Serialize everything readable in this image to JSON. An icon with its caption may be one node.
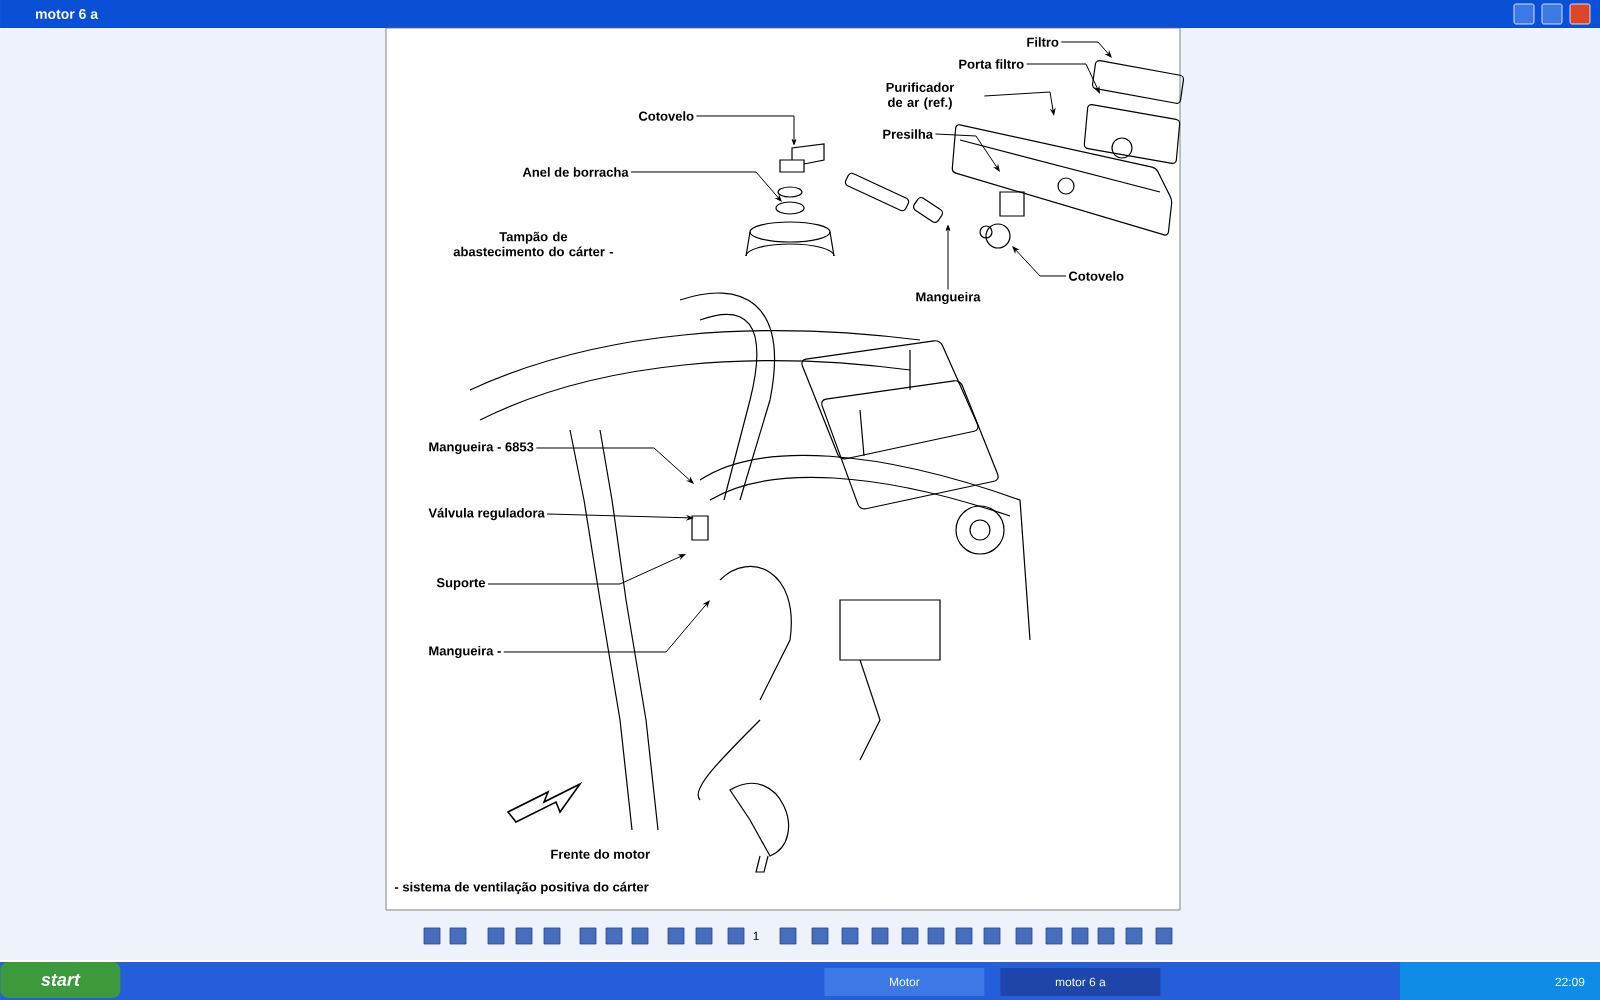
{
  "diagram": {
    "nodes": [
      {
        "text": [
          "Filtro"
        ]
      },
      {
        "text": [
          "Porta filtro"
        ]
      },
      {
        "text": [
          "Purificador de ar (ref.)"
        ]
      },
      {
        "text": [
          "Cotovelo"
        ]
      },
      {
        "text": [
          "Presilha"
        ]
      },
      {
        "text": [
          "Anel de borracha"
        ]
      },
      {
        "text": [
          "Mangueira"
        ]
      },
      {
        "text": [
          "Cotovelo"
        ]
      },
      {
        "text": [
          "Mangueira - 6853"
        ]
      },
      {
        "text": [
          "Válvula reguladora"
        ]
      },
      {
        "text": [
          "Suporte"
        ]
      },
      {
        "text": [
          "Mangueira -"
        ]
      }
    ],
    "edges": [
      {
        "from": 0,
        "to": null,
        "arrow": "to"
      },
      {
        "from": 1,
        "to": null,
        "arrow": "to"
      },
      {
        "from": 2,
        "to": null,
        "arrow": "to"
      },
      {
        "from": 3,
        "to": null,
        "arrow": "to"
      },
      {
        "from": 4,
        "to": null,
        "arrow": "to"
      },
      {
        "from": 5,
        "to": null,
        "arrow": "to"
      },
      {
        "from": 6,
        "to": null,
        "arrow": "to"
      },
      {
        "from": 7,
        "to": null,
        "arrow": "to"
      },
      {
        "from": 8,
        "to": null,
        "arrow": "to"
      },
      {
        "from": 9,
        "to": null,
        "arrow": "to"
      },
      {
        "from": 10,
        "to": null,
        "arrow": "to"
      },
      {
        "from": 11,
        "to": null,
        "arrow": "to"
      }
    ],
    "labels": [
      "motor 6 a",
      "Tampão de abastecimento do cárter -",
      "Frente do motor",
      "- sistema de ventilação positiva do cárter",
      "1",
      "start",
      "Motor",
      "motor 6 a",
      "22:09"
    ]
  }
}
